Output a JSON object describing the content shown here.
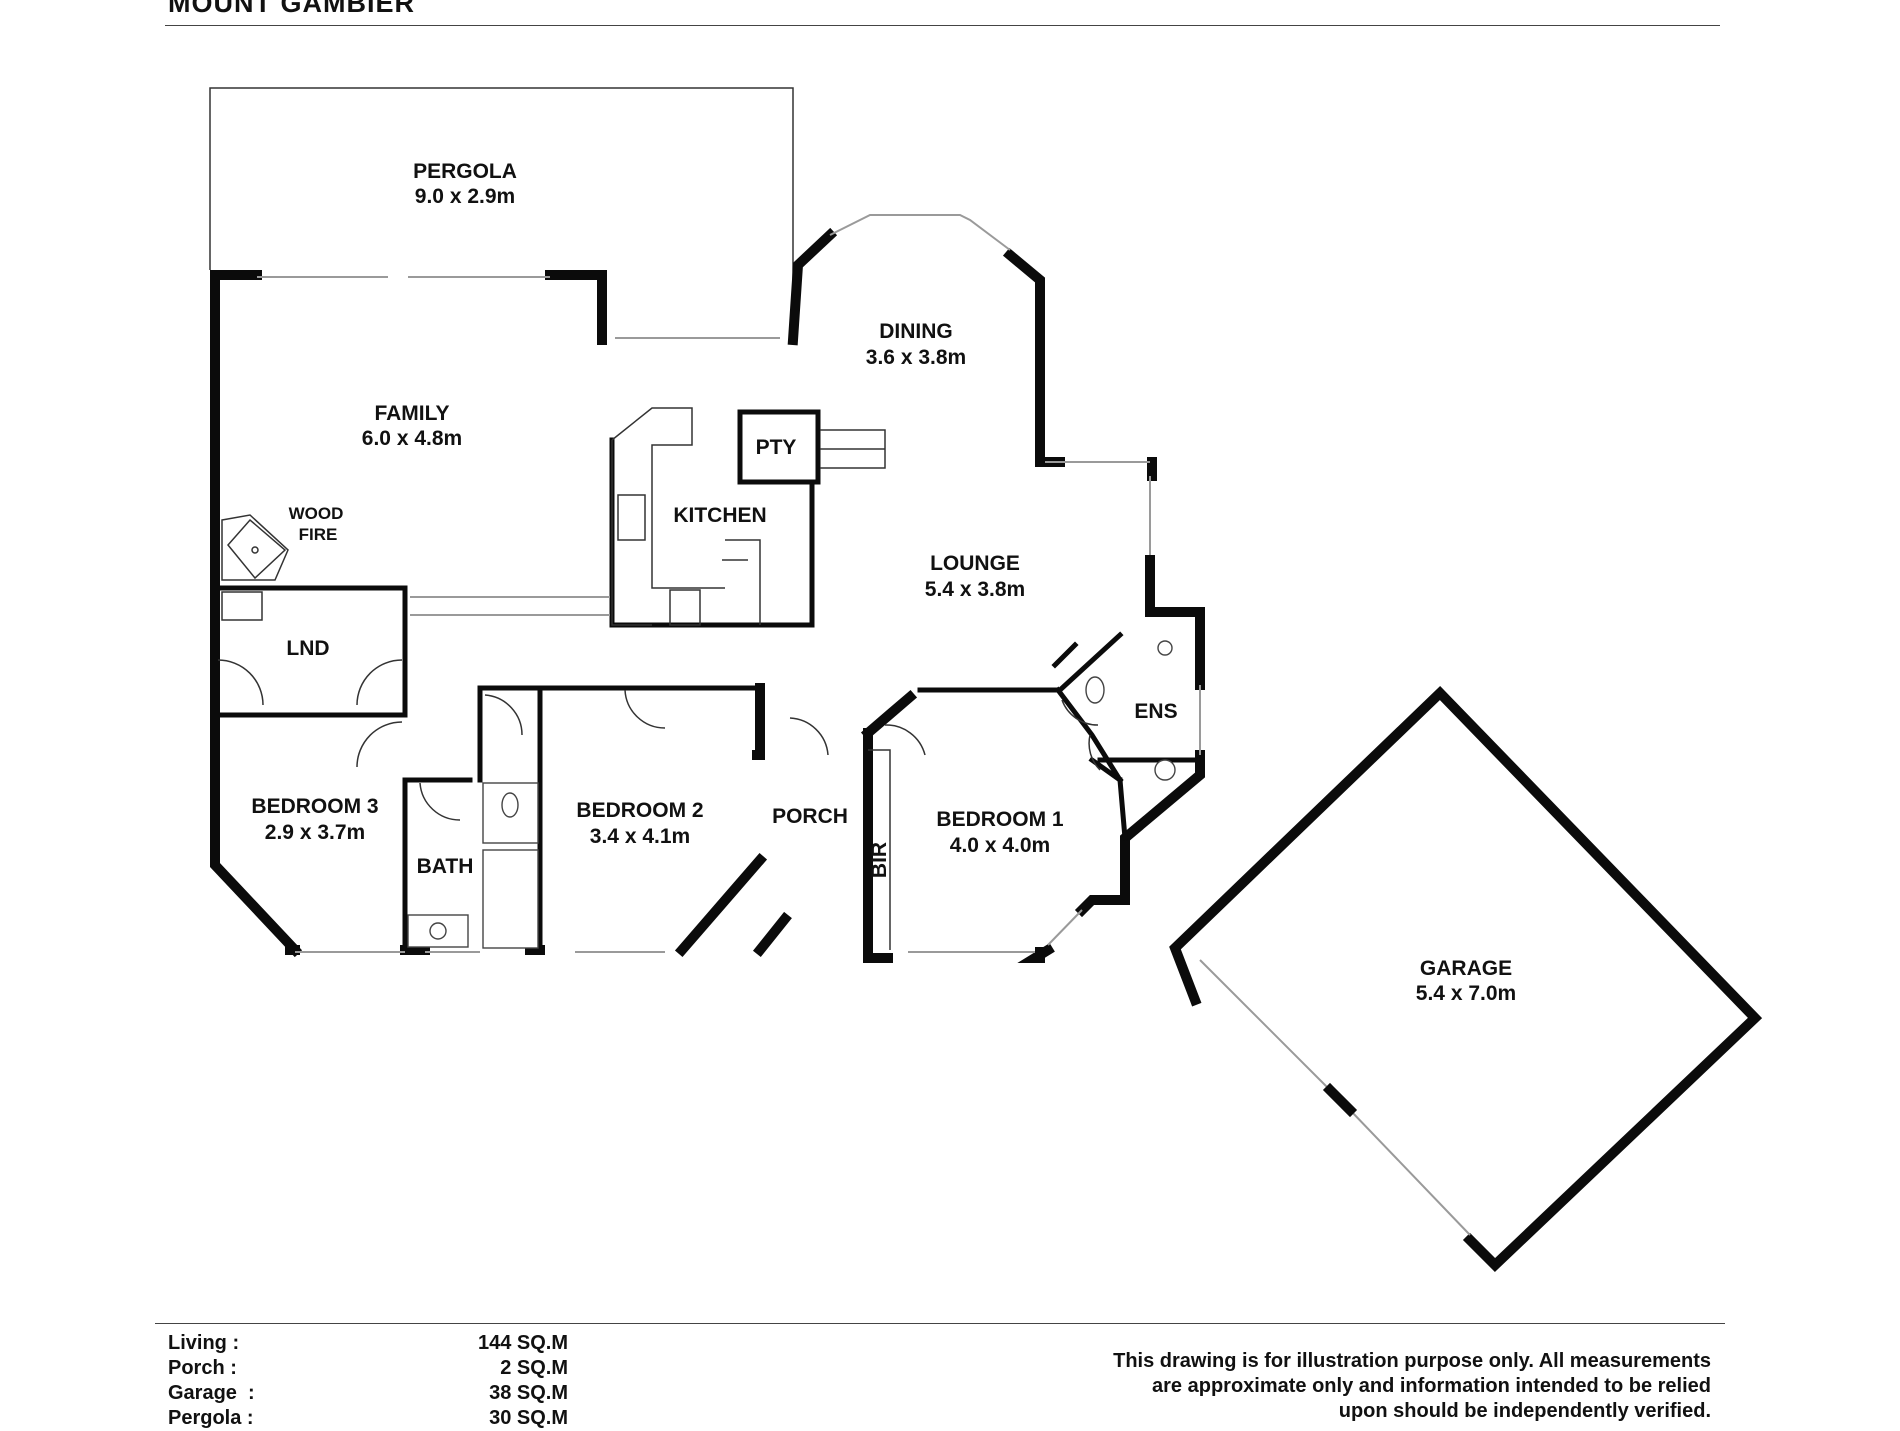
{
  "header": {
    "title": "MOUNT GAMBIER"
  },
  "rooms": {
    "pergola": {
      "name": "PERGOLA",
      "size": "9.0 x 2.9m"
    },
    "dining": {
      "name": "DINING",
      "size": "3.6 x 3.8m"
    },
    "family": {
      "name": "FAMILY",
      "size": "6.0 x 4.8m"
    },
    "pantry": {
      "name": "PTY"
    },
    "kitchen": {
      "name": "KITCHEN"
    },
    "woodfire": {
      "line1": "WOOD",
      "line2": "FIRE"
    },
    "lounge": {
      "name": "LOUNGE",
      "size": "5.4 x 3.8m"
    },
    "laundry": {
      "name": "LND"
    },
    "ensuite": {
      "name": "ENS"
    },
    "bedroom3": {
      "name": "BEDROOM 3",
      "size": "2.9 x 3.7m"
    },
    "bedroom2": {
      "name": "BEDROOM 2",
      "size": "3.4 x 4.1m"
    },
    "porch": {
      "name": "PORCH"
    },
    "bath": {
      "name": "BATH"
    },
    "bir": {
      "name": "BIR"
    },
    "bedroom1": {
      "name": "BEDROOM 1",
      "size": "4.0 x 4.0m"
    },
    "garage": {
      "name": "GARAGE",
      "size": "5.4 x 7.0m"
    }
  },
  "areas": [
    {
      "label": "Living :",
      "value": "144 SQ.M"
    },
    {
      "label": "Porch :",
      "value": "2 SQ.M"
    },
    {
      "label": "Garage  :",
      "value": "38 SQ.M"
    },
    {
      "label": "Pergola :",
      "value": "30 SQ.M"
    }
  ],
  "disclaimer": {
    "line1": "This drawing is for illustration purpose only. All measurements",
    "line2": "are approximate only and information intended to be relied",
    "line3": "upon should be independently verified."
  }
}
